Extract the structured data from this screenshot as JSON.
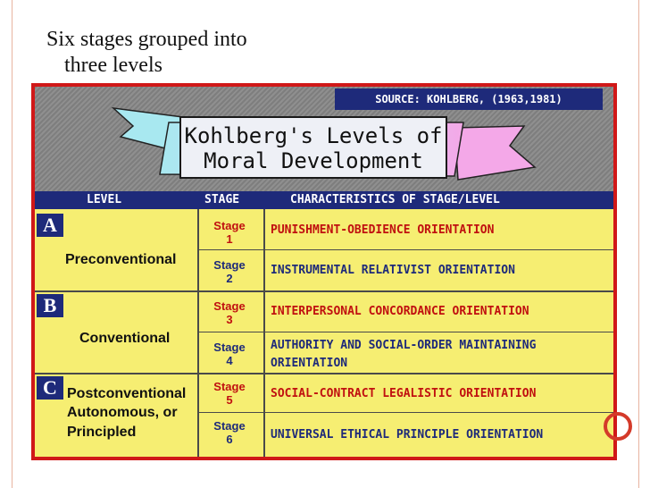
{
  "slide": {
    "title_line1": "Six stages grouped into",
    "title_line2": "three levels"
  },
  "figure": {
    "source": "SOURCE:  KOHLBERG, (1963,1981)",
    "title_line1": "Kohlberg's Levels of",
    "title_line2": "Moral Development",
    "headers": {
      "level": "LEVEL",
      "stage": "STAGE",
      "characteristics": "CHARACTERISTICS OF STAGE/LEVEL"
    },
    "levels": [
      {
        "letter": "A",
        "name_lines": [
          "Preconventional"
        ]
      },
      {
        "letter": "B",
        "name_lines": [
          "Conventional"
        ]
      },
      {
        "letter": "C",
        "name_lines": [
          "Postconventional",
          "Autonomous, or",
          "Principled"
        ]
      }
    ],
    "stages": [
      {
        "label": "Stage",
        "num": "1",
        "text_lines": [
          "PUNISHMENT-OBEDIENCE ORIENTATION"
        ]
      },
      {
        "label": "Stage",
        "num": "2",
        "text_lines": [
          "INSTRUMENTAL RELATIVIST ORIENTATION"
        ]
      },
      {
        "label": "Stage",
        "num": "3",
        "text_lines": [
          "INTERPERSONAL CONCORDANCE ORIENTATION"
        ]
      },
      {
        "label": "Stage",
        "num": "4",
        "text_lines": [
          "AUTHORITY AND SOCIAL-ORDER MAINTAINING",
          "ORIENTATION"
        ]
      },
      {
        "label": "Stage",
        "num": "5",
        "text_lines": [
          "SOCIAL-CONTRACT LEGALISTIC ORIENTATION"
        ]
      },
      {
        "label": "Stage",
        "num": "6",
        "text_lines": [
          "UNIVERSAL ETHICAL PRINCIPLE ORIENTATION"
        ]
      }
    ],
    "colors": {
      "frame": "#d01818",
      "navy": "#1e2a7a",
      "panel": "#f6ee72",
      "ribbon": "#a8e8f0",
      "ribbon_pink": "#f4a8e8",
      "red_text": "#c01010"
    }
  }
}
